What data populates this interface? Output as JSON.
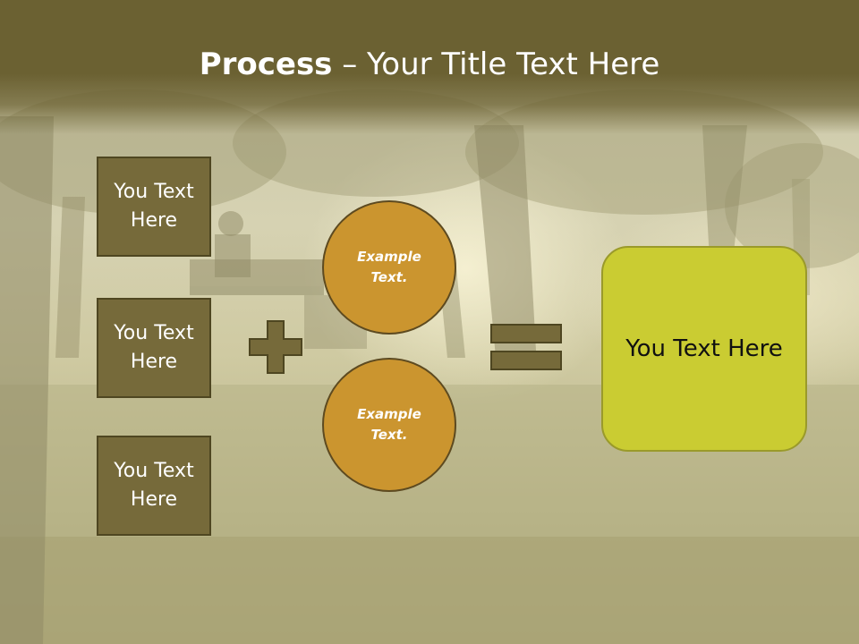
{
  "slide": {
    "title_bold": "Process",
    "title_rest": " – Your Title Text Here",
    "left_boxes": [
      {
        "label": "You Text Here"
      },
      {
        "label": "You Text Here"
      },
      {
        "label": "You Text Here"
      }
    ],
    "circles": [
      {
        "label": "Example Text."
      },
      {
        "label": "Example Text."
      }
    ],
    "result_label": "You Text Here",
    "operators": {
      "plus_icon": "plus-icon",
      "equals_icon": "equals-icon"
    }
  },
  "colors": {
    "title_bar": "#6b6132",
    "box_fill": "#766a3a",
    "circle_fill": "#cb952f",
    "result_fill": "#cacc32",
    "operator_fill": "#766a3a"
  }
}
